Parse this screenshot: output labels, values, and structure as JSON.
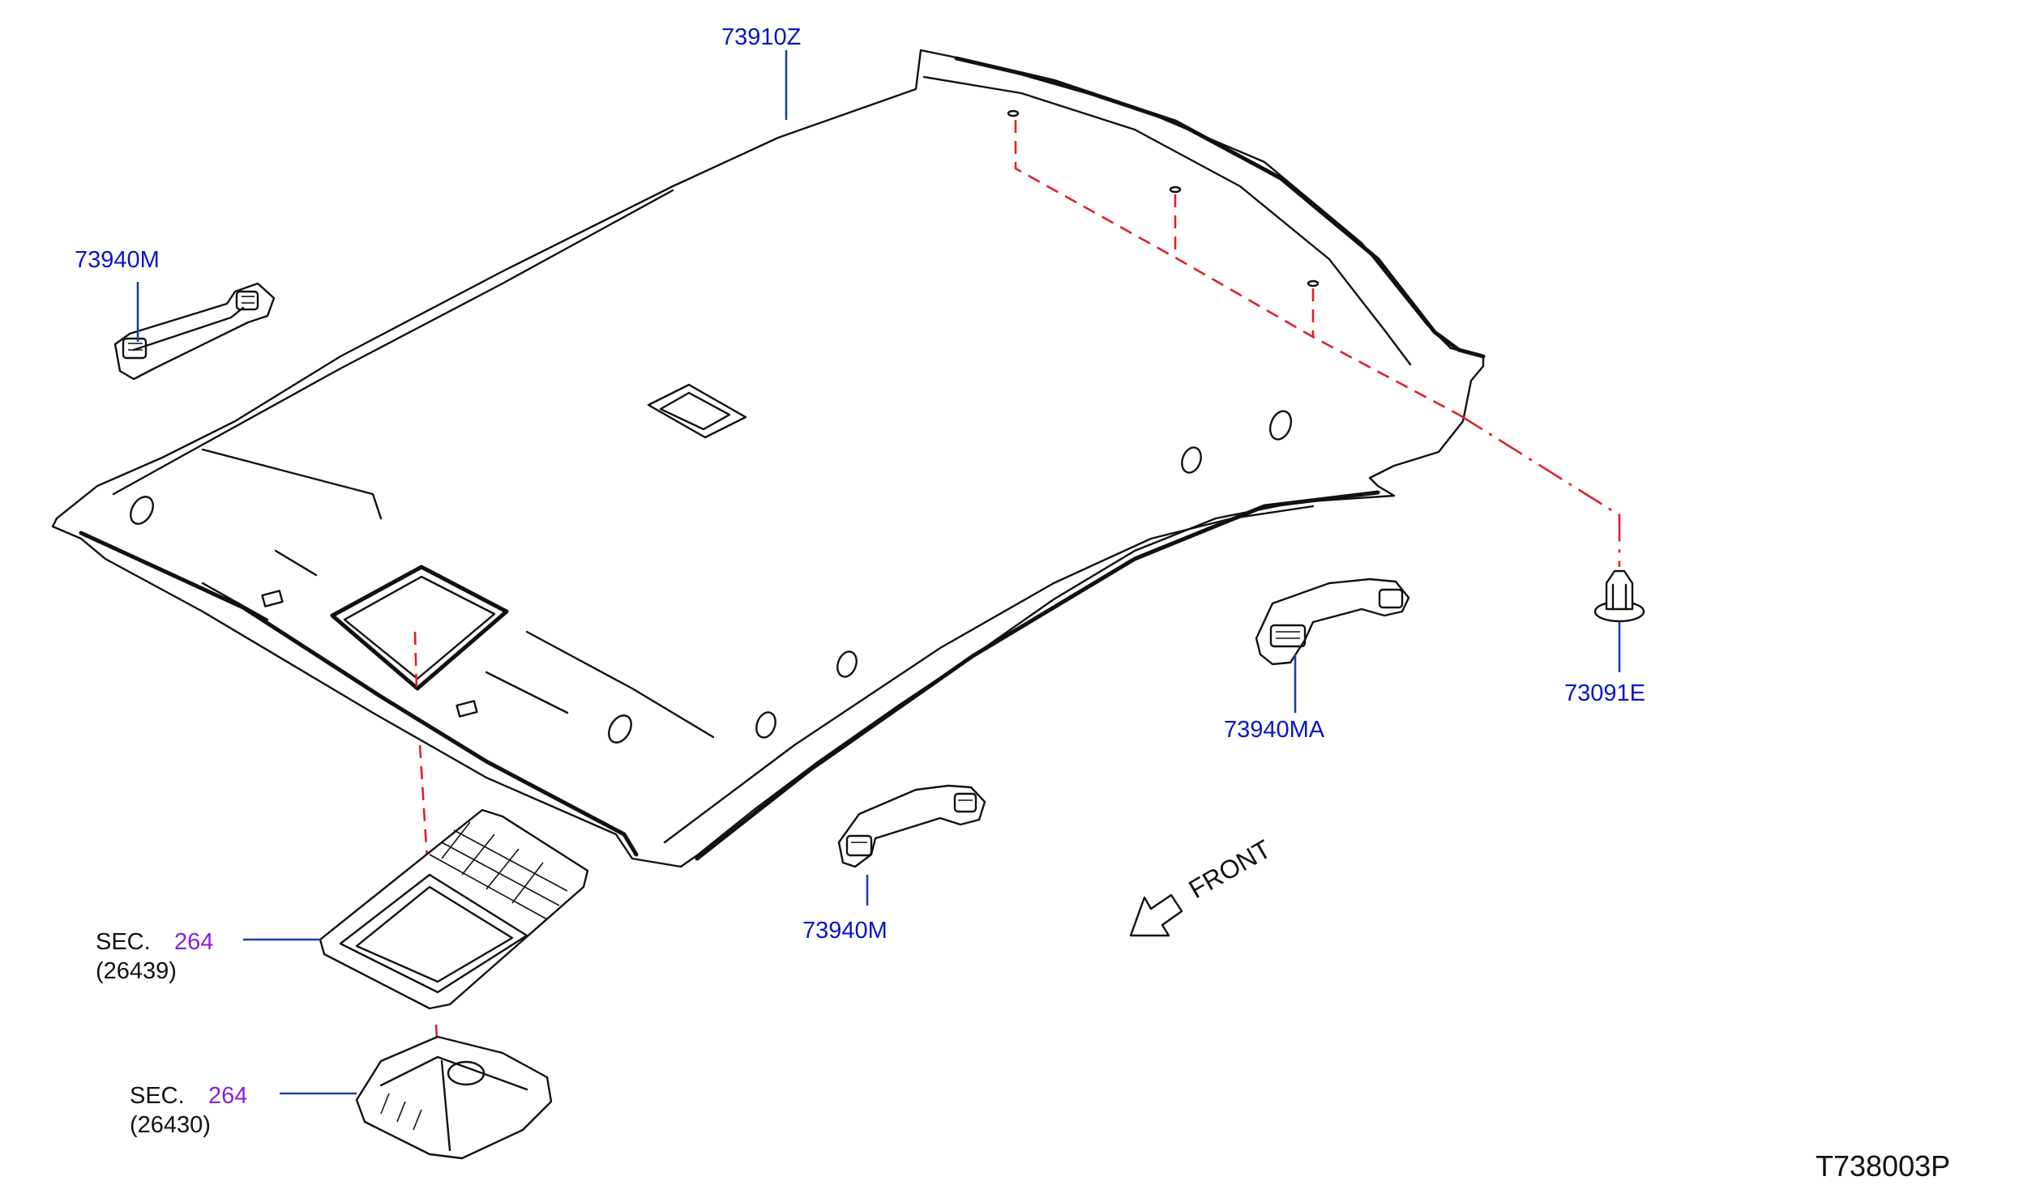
{
  "diagram": {
    "parts": {
      "headlining": "73910Z",
      "grip_rear_left": "73940M",
      "grip_front": "73940M",
      "grip_rear_right": "73940MA",
      "clip": "73091E"
    },
    "sections": [
      {
        "prefix": "SEC.",
        "number": "264",
        "code": "(26439)"
      },
      {
        "prefix": "SEC.",
        "number": "264",
        "code": "(26430)"
      }
    ],
    "front_label": "FRONT",
    "reference_code": "T738003P",
    "colors": {
      "part_label": "#0a14c8",
      "section_number": "#8a1fd6",
      "leader": "#1a3fa8",
      "dash_line": "#e0202a",
      "outline": "#111111"
    },
    "icons": {
      "front_direction": "arrow-down-left-icon"
    }
  }
}
